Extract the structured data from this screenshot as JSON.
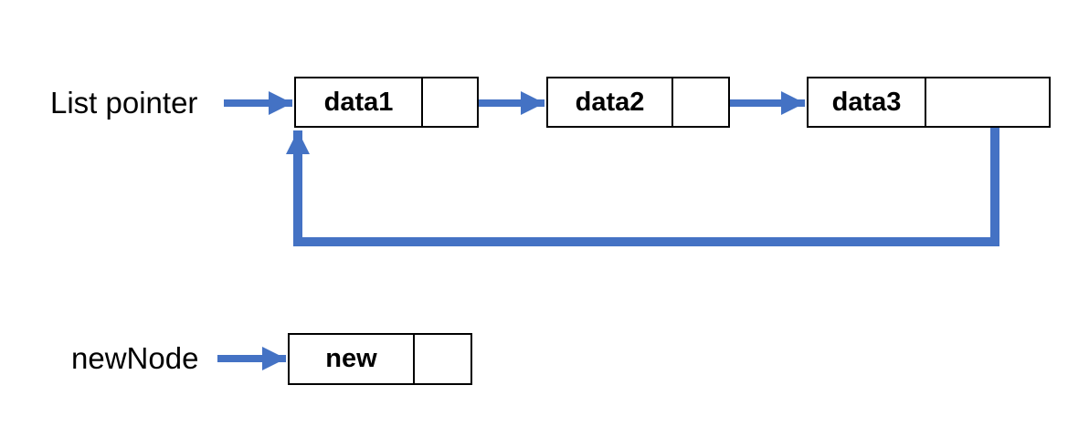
{
  "labels": {
    "list_pointer": "List pointer",
    "new_node": "newNode"
  },
  "nodes": {
    "node1": {
      "label": "data1"
    },
    "node2": {
      "label": "data2"
    },
    "node3": {
      "label": "data3"
    },
    "newnode": {
      "label": "new"
    }
  },
  "links": [
    {
      "from": "list_pointer",
      "to": "node1",
      "style": "arrow"
    },
    {
      "from": "node1",
      "to": "node2",
      "style": "arrow-from-dot"
    },
    {
      "from": "node2",
      "to": "node3",
      "style": "arrow-from-dot"
    },
    {
      "from": "node3",
      "to": "node1",
      "style": "loop-back-arrow-from-dot"
    },
    {
      "from": "new_node",
      "to": "newnode",
      "style": "arrow"
    }
  ],
  "colors": {
    "accent": "#4472C4",
    "dot_border": "#2F5597",
    "box_border": "#000000",
    "text": "#000000",
    "background": "#FFFFFF"
  }
}
